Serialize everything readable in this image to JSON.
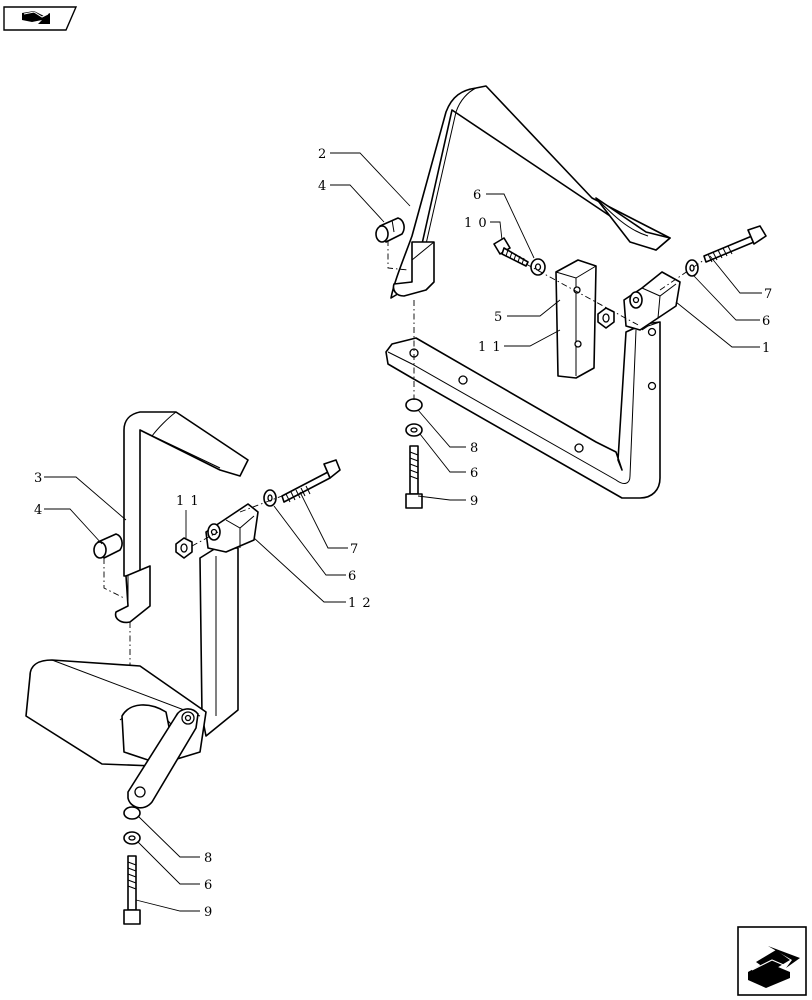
{
  "callouts": [
    {
      "id": "c-2",
      "text": "2"
    },
    {
      "id": "c-4a",
      "text": "4"
    },
    {
      "id": "c-6a",
      "text": "6"
    },
    {
      "id": "c-10",
      "text": "1 0"
    },
    {
      "id": "c-5",
      "text": "5"
    },
    {
      "id": "c-11a",
      "text": "1 1"
    },
    {
      "id": "c-7a",
      "text": "7"
    },
    {
      "id": "c-6b",
      "text": "6"
    },
    {
      "id": "c-1",
      "text": "1"
    },
    {
      "id": "c-8a",
      "text": "8"
    },
    {
      "id": "c-6c",
      "text": "6"
    },
    {
      "id": "c-9a",
      "text": "9"
    },
    {
      "id": "c-3",
      "text": "3"
    },
    {
      "id": "c-4b",
      "text": "4"
    },
    {
      "id": "c-11b",
      "text": "1 1"
    },
    {
      "id": "c-7b",
      "text": "7"
    },
    {
      "id": "c-6d",
      "text": "6"
    },
    {
      "id": "c-12",
      "text": "1 2"
    },
    {
      "id": "c-8b",
      "text": "8"
    },
    {
      "id": "c-6e",
      "text": "6"
    },
    {
      "id": "c-9b",
      "text": "9"
    }
  ],
  "nav": {
    "top_icon": "back-arrow-icon",
    "bottom_icon": "next-arrow-icon"
  }
}
